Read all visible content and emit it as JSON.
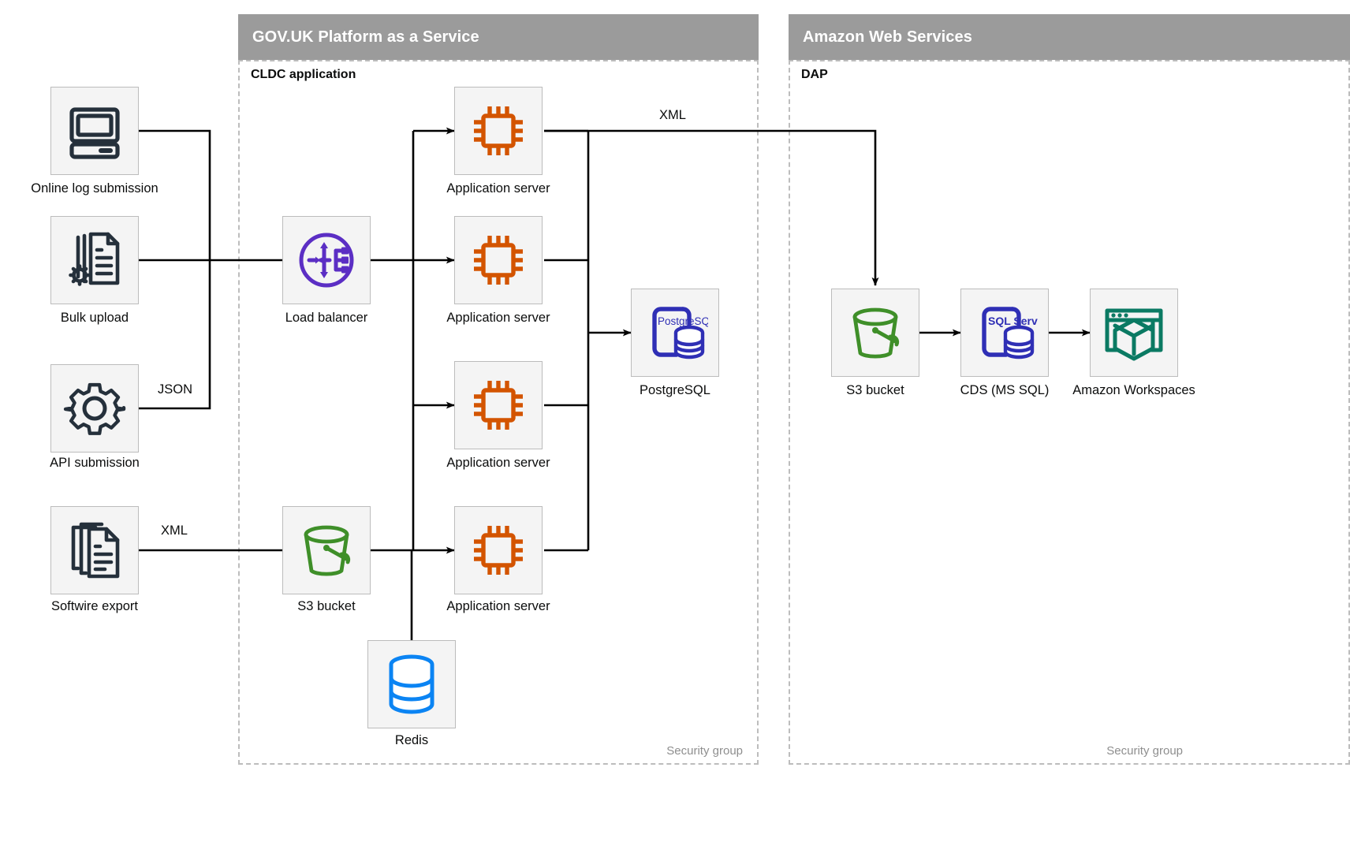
{
  "groups": [
    {
      "id": "paas",
      "title": "GOV.UK Platform as a Service",
      "subgroup_label": "CLDC application",
      "security_caption": "Security group"
    },
    {
      "id": "aws",
      "title": "Amazon Web Services",
      "subgroup_label": "DAP",
      "security_caption": "Security group"
    }
  ],
  "nodes": {
    "online_log_submission": {
      "label": "Online log submission",
      "icon": "desktop-computer-icon",
      "color": "#25303b"
    },
    "bulk_upload": {
      "label": "Bulk upload",
      "icon": "document-gear-icon",
      "color": "#25303b"
    },
    "api_submission": {
      "label": "API submission",
      "icon": "gear-icon",
      "color": "#25303b"
    },
    "softwire_export": {
      "label": "Softwire export",
      "icon": "document-stack-icon",
      "color": "#25303b"
    },
    "load_balancer": {
      "label": "Load balancer",
      "icon": "load-balancer-icon",
      "color": "#5b2ec4"
    },
    "app_server_1": {
      "label": "Application server",
      "icon": "cpu-chip-icon",
      "color": "#d35400"
    },
    "app_server_2": {
      "label": "Application server",
      "icon": "cpu-chip-icon",
      "color": "#d35400"
    },
    "app_server_3": {
      "label": "Application server",
      "icon": "cpu-chip-icon",
      "color": "#d35400"
    },
    "app_server_4": {
      "label": "Application server",
      "icon": "cpu-chip-icon",
      "color": "#d35400"
    },
    "postgresql": {
      "label": "PostgreSQL",
      "icon": "postgresql-icon",
      "color": "#2f2fb5",
      "badge": "PostgreSQL"
    },
    "paas_s3_bucket": {
      "label": "S3 bucket",
      "icon": "bucket-icon",
      "color": "#3f8f29"
    },
    "redis": {
      "label": "Redis",
      "icon": "database-cylinder-icon",
      "color": "#0b84f3"
    },
    "aws_s3_bucket": {
      "label": "S3 bucket",
      "icon": "bucket-icon",
      "color": "#3f8f29"
    },
    "cds_ms_sql": {
      "label": "CDS (MS SQL)",
      "icon": "sql-server-icon",
      "color": "#2f2fb5",
      "badge": "SQL Server"
    },
    "amazon_workspaces": {
      "label": "Amazon Workspaces",
      "icon": "workspaces-cube-icon",
      "color": "#0b7a63"
    }
  },
  "edge_labels": {
    "json": "JSON",
    "xml_softwire": "XML",
    "xml_to_dap": "XML"
  }
}
